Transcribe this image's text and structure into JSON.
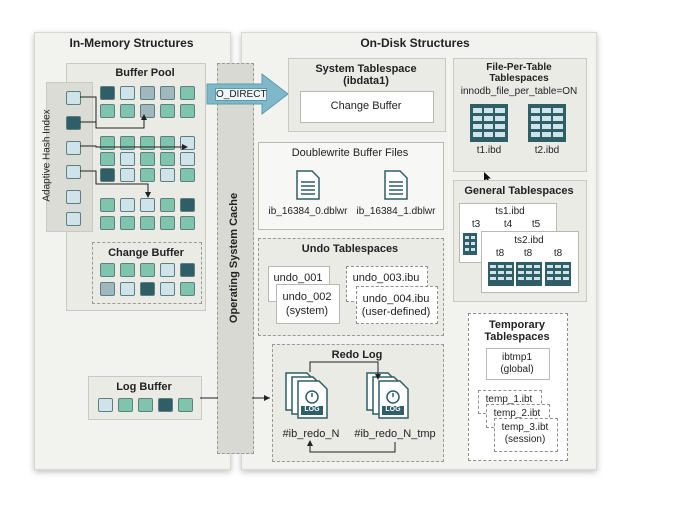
{
  "sections": {
    "in_memory_title": "In-Memory Structures",
    "on_disk_title": "On-Disk Structures"
  },
  "buffer_pool": {
    "title": "Buffer Pool",
    "adaptive_hash_index": "Adaptive Hash Index",
    "change_buffer_title": "Change Buffer"
  },
  "log_buffer": {
    "title": "Log Buffer"
  },
  "os_cache": {
    "label": "Operating System Cache",
    "o_direct": "O_DIRECT"
  },
  "system_tablespace": {
    "title_line1": "System Tablespace",
    "title_line2": "(ibdata1)",
    "change_buffer": "Change Buffer"
  },
  "file_per_table": {
    "title_line1": "File-Per-Table",
    "title_line2": "Tablespaces",
    "setting": "innodb_file_per_table=ON",
    "files": [
      "t1.ibd",
      "t2.ibd"
    ]
  },
  "doublewrite": {
    "title": "Doublewrite Buffer Files",
    "files": [
      "ib_16384_0.dblwr",
      "ib_16384_1.dblwr"
    ]
  },
  "general_tablespaces": {
    "title": "General Tablespaces",
    "ts1": "ts1.ibd",
    "ts2": "ts2.ibd",
    "ts1_tables": [
      "t3",
      "t4",
      "t5"
    ],
    "ts2_tables": [
      "t8",
      "t8",
      "t8"
    ]
  },
  "undo": {
    "title": "Undo Tablespaces",
    "undo_001": "undo_001",
    "undo_002": "undo_002",
    "undo_002_note": "(system)",
    "undo_003": "undo_003.ibu",
    "undo_004": "undo_004.ibu",
    "undo_004_note": "(user-defined)"
  },
  "redo": {
    "title": "Redo Log",
    "file1": "#ib_redo_N",
    "file2": "#ib_redo_N_tmp",
    "icon_text": "LOG"
  },
  "temporary": {
    "title_line1": "Temporary",
    "title_line2": "Tablespaces",
    "ibtmp1": "ibtmp1",
    "ibtmp1_note": "(global)",
    "temp_1": "temp_1.ibt",
    "temp_2": "temp_2.ibt",
    "temp_3": "temp_3.ibt",
    "temp_3_note": "(session)"
  },
  "colors": {
    "page_light": "#cfe3ea",
    "page_green": "#7fc4ad",
    "page_grey": "#9fb7bd",
    "page_dark": "#2f5e66",
    "arrow": "#7fb9c9"
  }
}
